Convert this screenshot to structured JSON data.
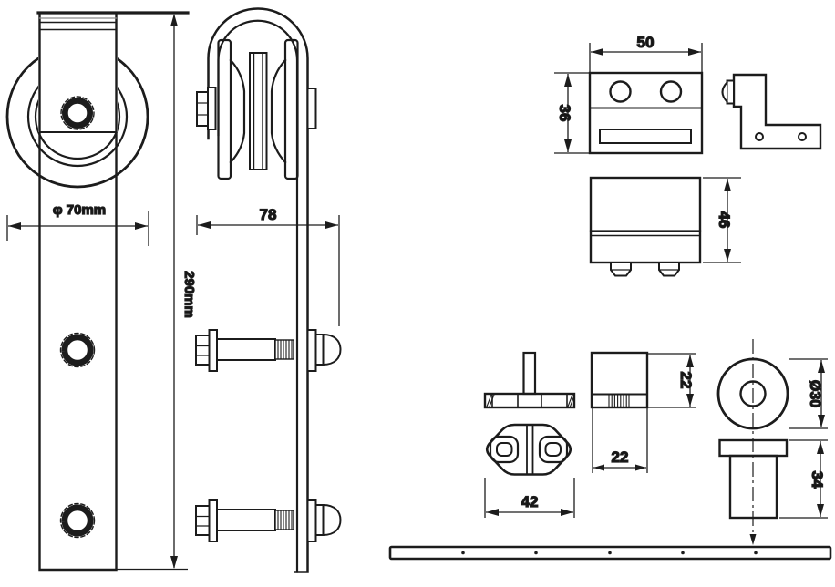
{
  "dimensions": {
    "wheel_diameter": "φ 70mm",
    "hanger_height": "290mm",
    "hanger_depth": "78",
    "bracket_width": "50",
    "bracket_height": "36",
    "spacer_height": "46",
    "guide_block_height": "22",
    "guide_block_width": "22",
    "floor_guide_width": "42",
    "stopper_diameter": "Ø30",
    "stopper_height": "34"
  }
}
